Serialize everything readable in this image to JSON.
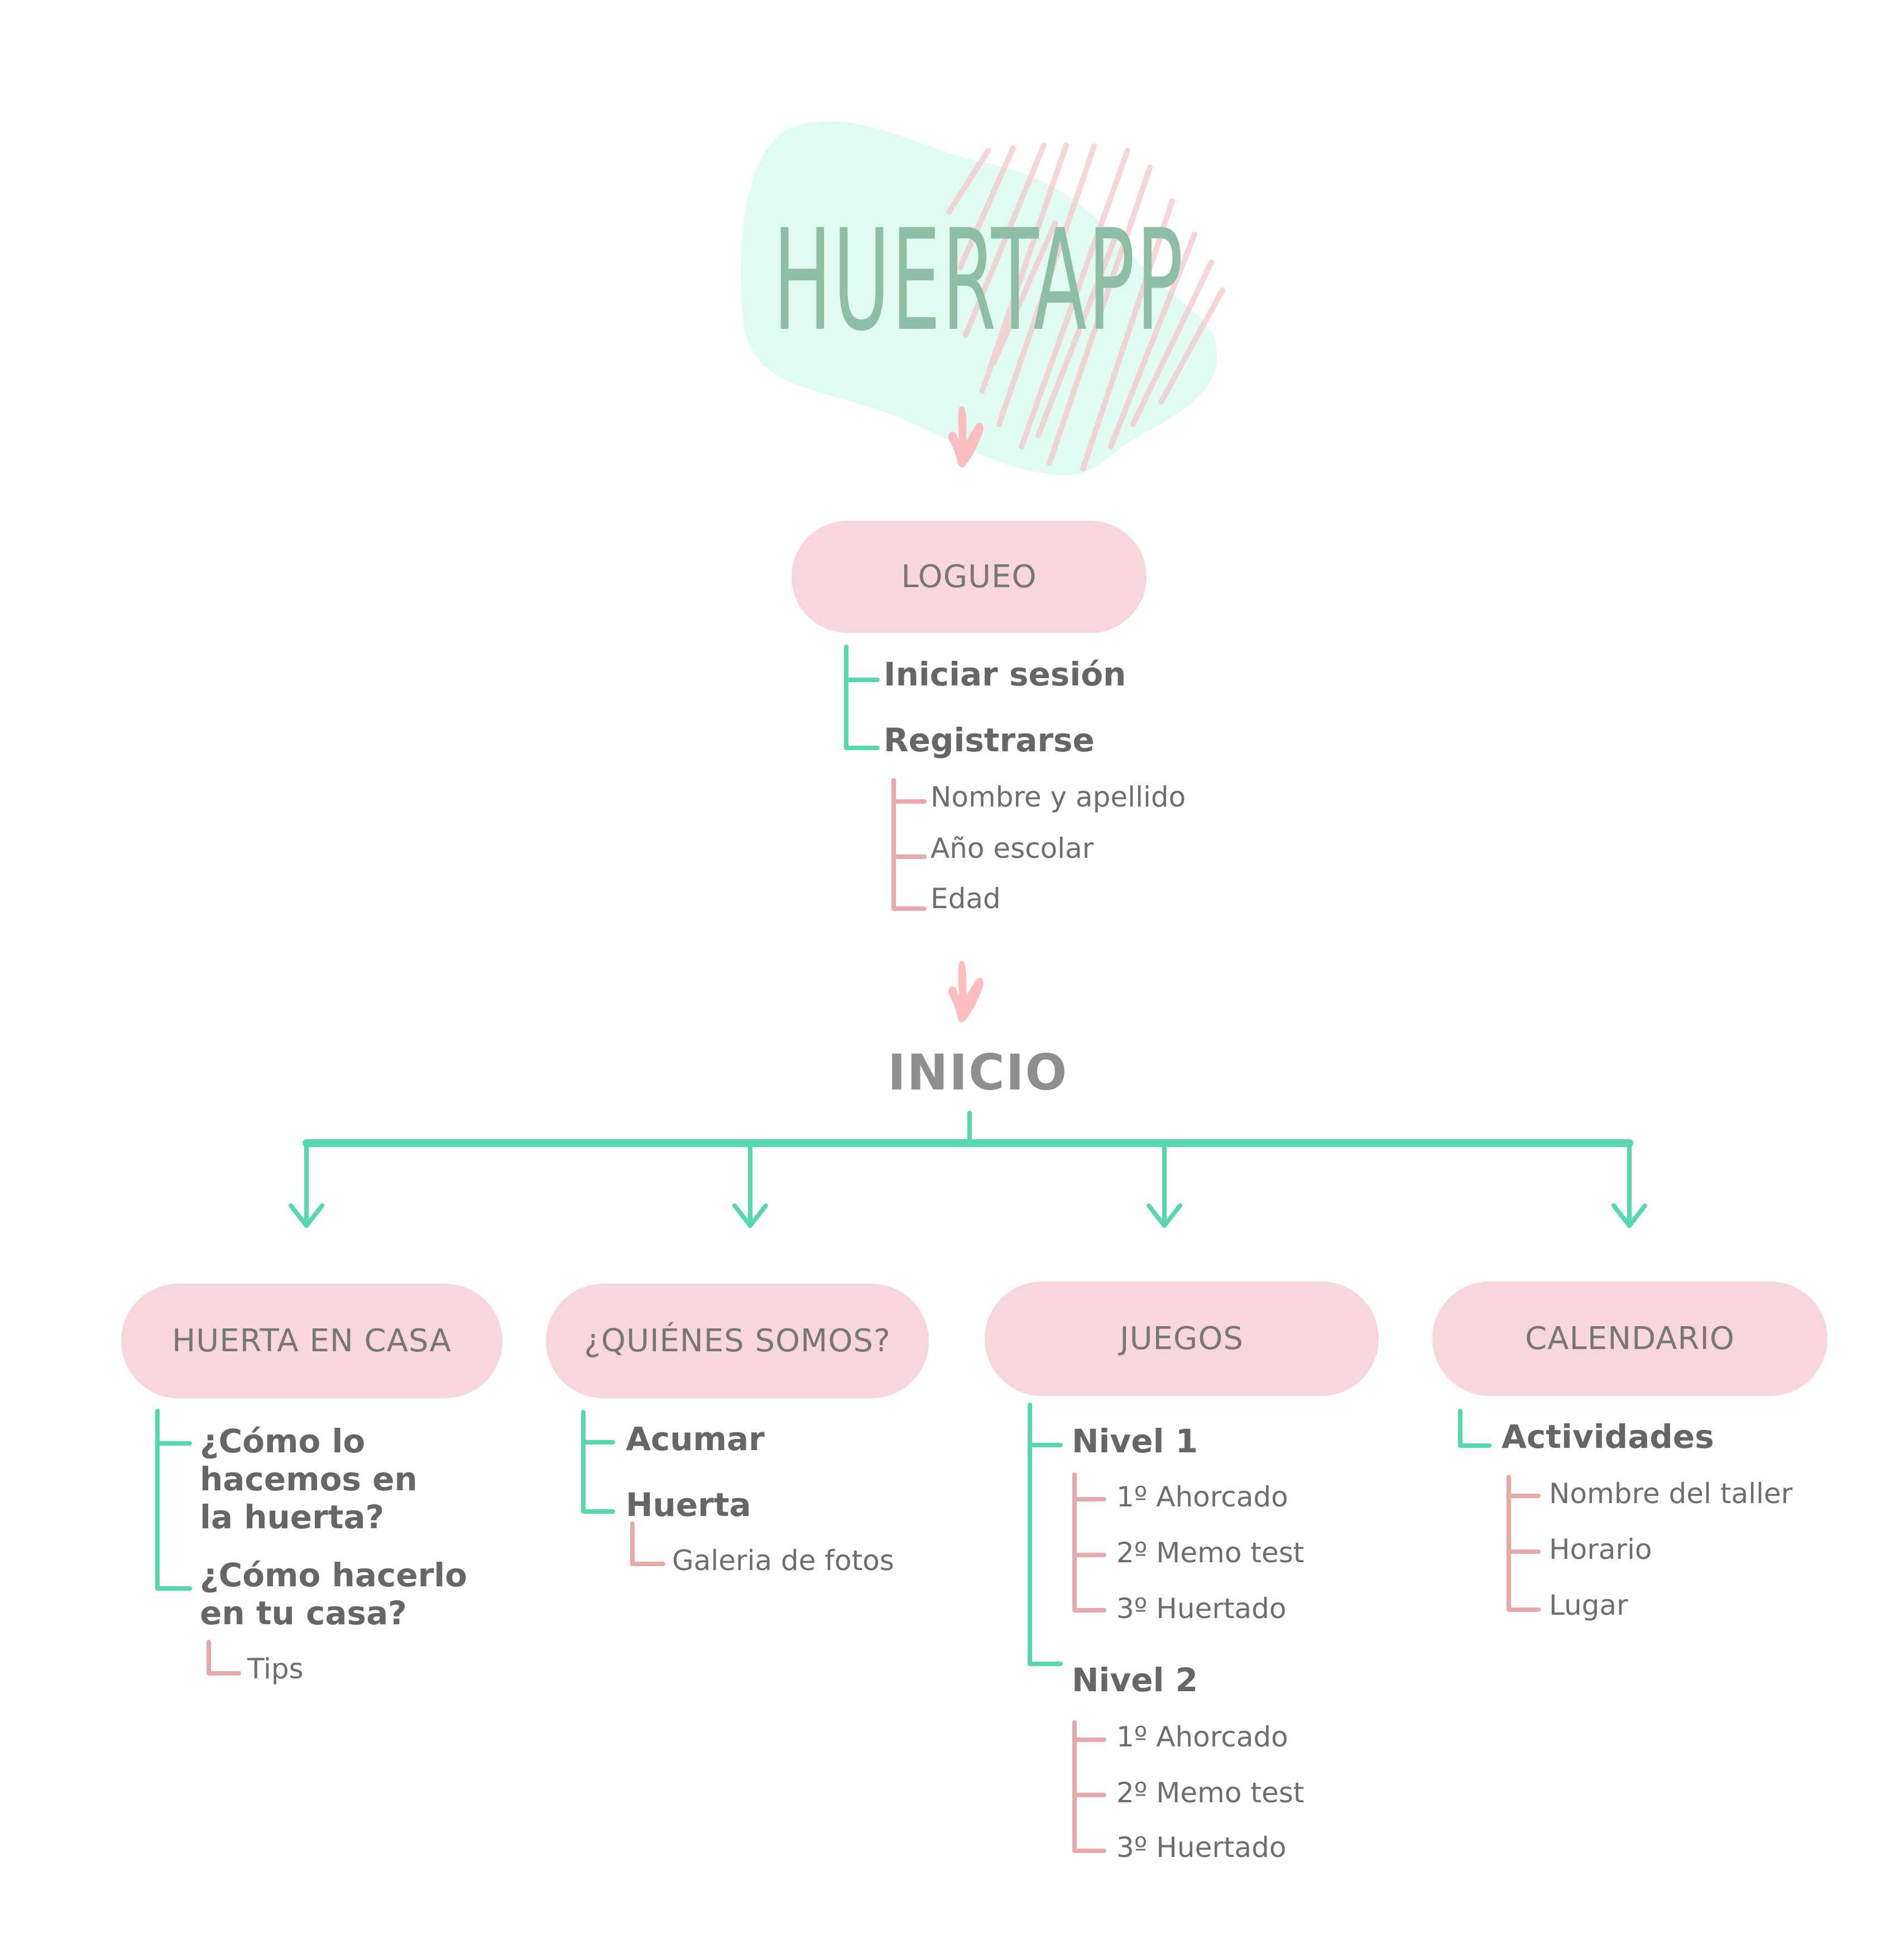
{
  "colors": {
    "blob": "#e0fbf1",
    "hatch": "#f6c7cc",
    "title": "#8fbea6",
    "pill": "#f8d7dc",
    "connector_green": "#55d8b0",
    "bracket_pink": "#e8a9aa",
    "arrow_pink": "#fdbdbf",
    "text": "#666666"
  },
  "logo": {
    "title": "HUERTAPP"
  },
  "logueo": {
    "label": "LOGUEO",
    "items": [
      {
        "label": "Iniciar sesión"
      },
      {
        "label": "Registrarse",
        "children": [
          "Nombre y apellido",
          "Año escolar",
          "Edad"
        ]
      }
    ]
  },
  "inicio": {
    "label": "INICIO"
  },
  "sections": [
    {
      "label": "HUERTA EN CASA",
      "items": [
        {
          "label": "¿Cómo lo\nhacemos en\nla huerta?"
        },
        {
          "label": "¿Cómo hacerlo\nen tu casa?",
          "children": [
            "Tips"
          ]
        }
      ]
    },
    {
      "label": "¿QUIÉNES SOMOS?",
      "items": [
        {
          "label": "Acumar"
        },
        {
          "label": "Huerta",
          "children": [
            "Galeria de fotos"
          ]
        }
      ]
    },
    {
      "label": "JUEGOS",
      "items": [
        {
          "label": "Nivel 1",
          "children": [
            "1º Ahorcado",
            "2º Memo test",
            "3º Huertado"
          ]
        },
        {
          "label": "Nivel 2",
          "children": [
            "1º Ahorcado",
            "2º Memo test",
            "3º Huertado"
          ]
        }
      ]
    },
    {
      "label": "CALENDARIO",
      "items": [
        {
          "label": "Actividades",
          "children": [
            "Nombre del taller",
            "Horario",
            "Lugar"
          ]
        }
      ]
    }
  ]
}
